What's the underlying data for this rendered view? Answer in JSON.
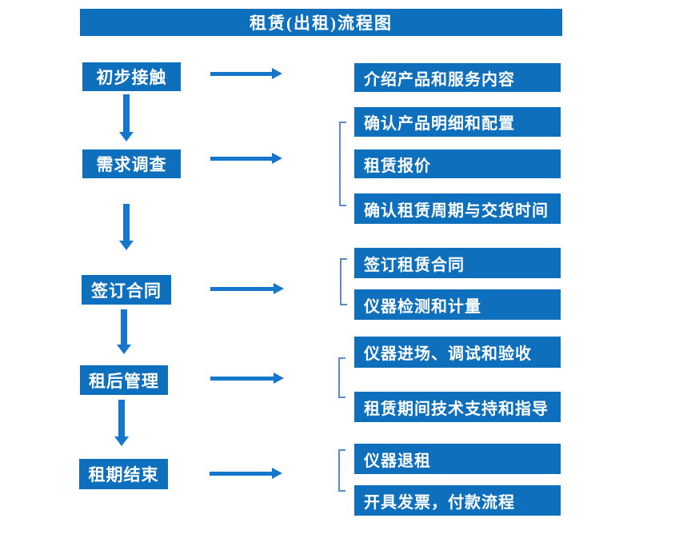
{
  "title": "租赁(出租)流程图",
  "colors": {
    "box_blue": "#0e70bd",
    "arrow_blue": "#1576cb",
    "bracket_blue": "#5b8ac9",
    "background": "#ffffff",
    "text": "#ffffff"
  },
  "stages": [
    {
      "label": "初步接触",
      "outputs": [
        "介绍产品和服务内容"
      ]
    },
    {
      "label": "需求调查",
      "outputs": [
        "确认产品明细和配置",
        "租赁报价",
        "确认租赁周期与交货时间"
      ]
    },
    {
      "label": "签订合同",
      "outputs": [
        "签订租赁合同",
        "仪器检测和计量"
      ]
    },
    {
      "label": "租后管理",
      "outputs": [
        "仪器进场、调试和验收",
        "租赁期间技术支持和指导"
      ]
    },
    {
      "label": "租期结束",
      "outputs": [
        "仪器退租",
        "开具发票，付款流程"
      ]
    }
  ]
}
